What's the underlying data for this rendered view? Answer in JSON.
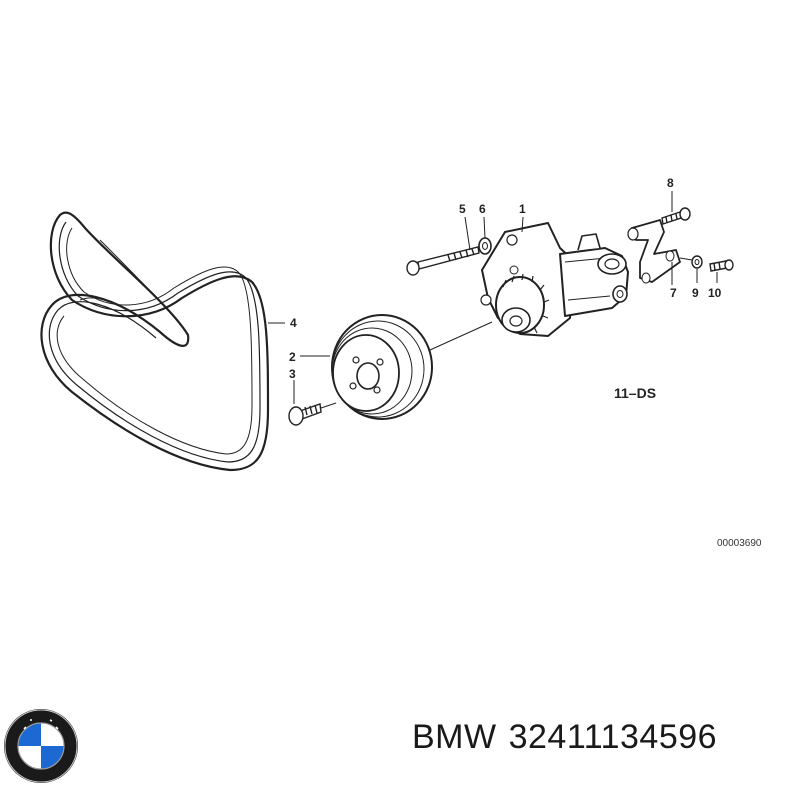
{
  "callouts": {
    "c1": "1",
    "c2": "2",
    "c3": "3",
    "c4": "4",
    "c5": "5",
    "c6": "6",
    "c7": "7",
    "c8": "8",
    "c9": "9",
    "c10": "10"
  },
  "group_code": "11–DS",
  "drawing_ref": "00003690",
  "brand": "BMW",
  "part_number": "32411134596",
  "colors": {
    "ink": "#222222",
    "bmw_blue": "#1c69d4",
    "bmw_ring": "#111111"
  }
}
